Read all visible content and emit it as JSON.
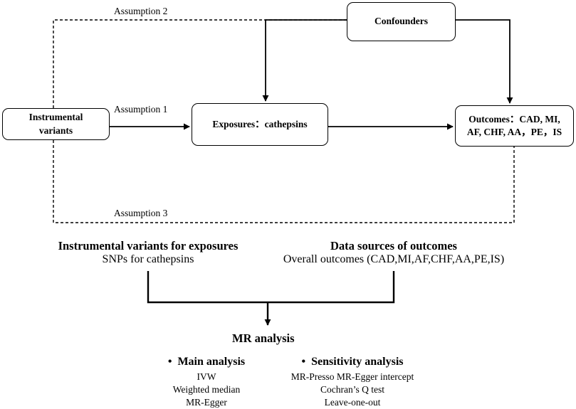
{
  "nodes": {
    "confounders": "Confounders",
    "instrumental": [
      "Instrumental",
      "variants"
    ],
    "exposures": "Exposures：cathepsins",
    "outcomes": [
      "Outcomes：CAD, MI,",
      "AF, CHF, AA，PE，IS"
    ]
  },
  "assumptions": {
    "a1": "Assumption 1",
    "a2": "Assumption 2",
    "a3": "Assumption 3"
  },
  "sources": {
    "left_title": "Instrumental variants for exposures",
    "left_sub": "SNPs for cathepsins",
    "right_title": "Data sources of outcomes",
    "right_sub": "Overall outcomes (CAD,MI,AF,CHF,AA,PE,IS)"
  },
  "mr": {
    "title": "MR analysis",
    "bullet": "•",
    "main": {
      "title": "Main analysis",
      "items": [
        "IVW",
        "Weighted median",
        "MR-Egger"
      ]
    },
    "sensitivity": {
      "title": "Sensitivity analysis",
      "items": [
        "MR-Presso MR-Egger intercept",
        "Cochran’s Q test",
        "Leave-one-out"
      ]
    }
  }
}
